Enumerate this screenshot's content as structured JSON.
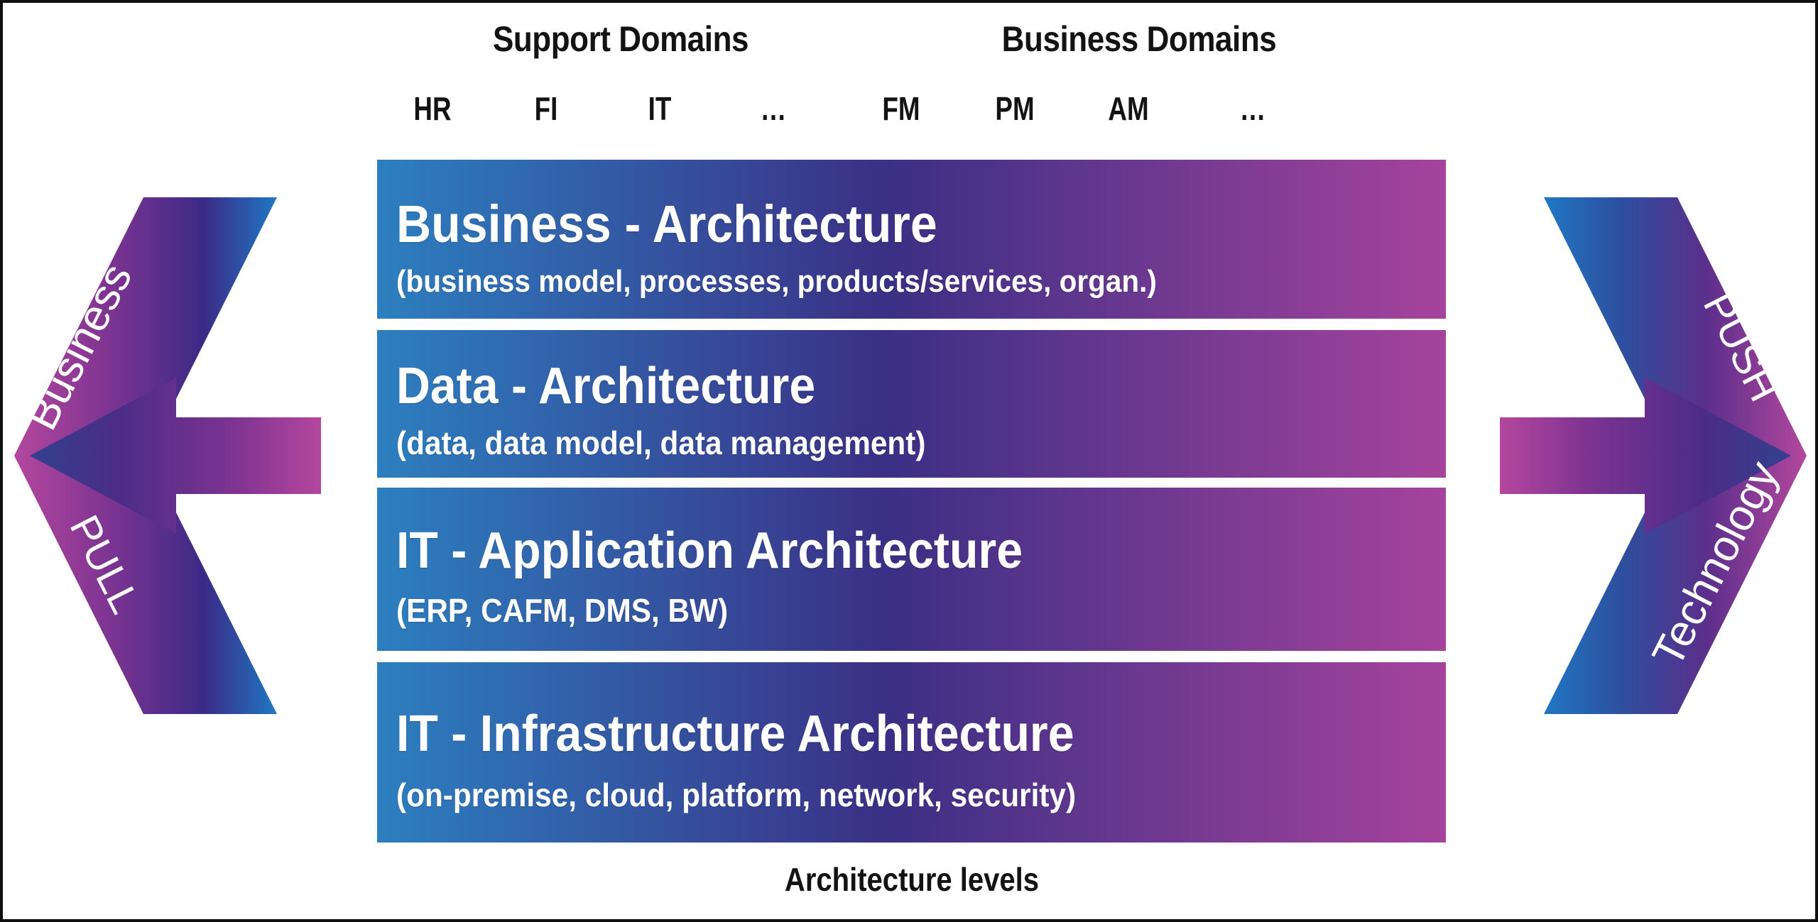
{
  "header": {
    "support_domains_label": "Support Domains",
    "business_domains_label": "Business Domains",
    "domain_columns": [
      {
        "label": "HR",
        "group": "support"
      },
      {
        "label": "FI",
        "group": "support"
      },
      {
        "label": "IT",
        "group": "support"
      },
      {
        "label": "…",
        "group": "support"
      },
      {
        "label": "FM",
        "group": "business"
      },
      {
        "label": "PM",
        "group": "business"
      },
      {
        "label": "AM",
        "group": "business"
      },
      {
        "label": "…",
        "group": "business"
      }
    ]
  },
  "architecture_levels": [
    {
      "title": "Business - Architecture",
      "subtitle": "(business model, processes, products/services, organ.)"
    },
    {
      "title": "Data - Architecture",
      "subtitle": "(data, data model, data management)"
    },
    {
      "title": "IT - Application Architecture",
      "subtitle": "(ERP, CAFM, DMS, BW)"
    },
    {
      "title": "IT - Infrastructure Architecture",
      "subtitle": "(on-premise, cloud, platform, network, security)"
    }
  ],
  "left_arrow": {
    "top_label": "Business",
    "bottom_label": "PULL",
    "direction": "left"
  },
  "right_arrow": {
    "top_label": "PUSH",
    "bottom_label": "Technology",
    "direction": "right"
  },
  "footer": {
    "caption": "Architecture levels"
  },
  "colors": {
    "bar_gradient_start": "#2C7FC0",
    "bar_gradient_mid": "#3B2F85",
    "bar_gradient_end": "#A6439C",
    "chevron_blue": "#1F77C4",
    "chevron_indigo": "#3B2A86",
    "chevron_magenta": "#B4479E",
    "inner_arrow_indigo": "#3C2C84",
    "inner_arrow_magenta": "#B4479E",
    "text_dark": "#131313",
    "text_light": "#ffffff",
    "frame": "#101010",
    "background": "#ffffff"
  }
}
